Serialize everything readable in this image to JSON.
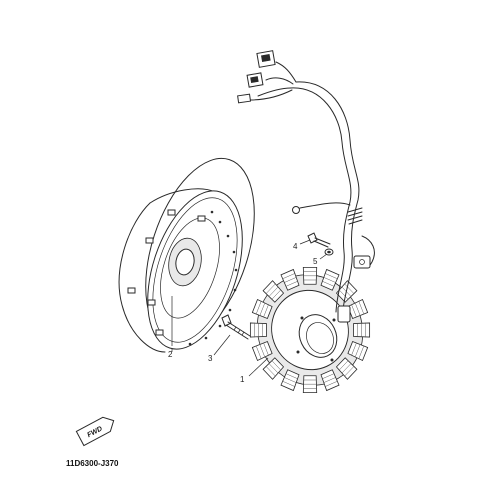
{
  "diagram_code": "11D6300-J370",
  "fwd_label": "FWD",
  "callouts": [
    {
      "number": "1",
      "part": "stator"
    },
    {
      "number": "2",
      "part": "rotor"
    },
    {
      "number": "3",
      "part": "bolt"
    },
    {
      "number": "4",
      "part": "screw"
    },
    {
      "number": "5",
      "part": "washer"
    }
  ]
}
